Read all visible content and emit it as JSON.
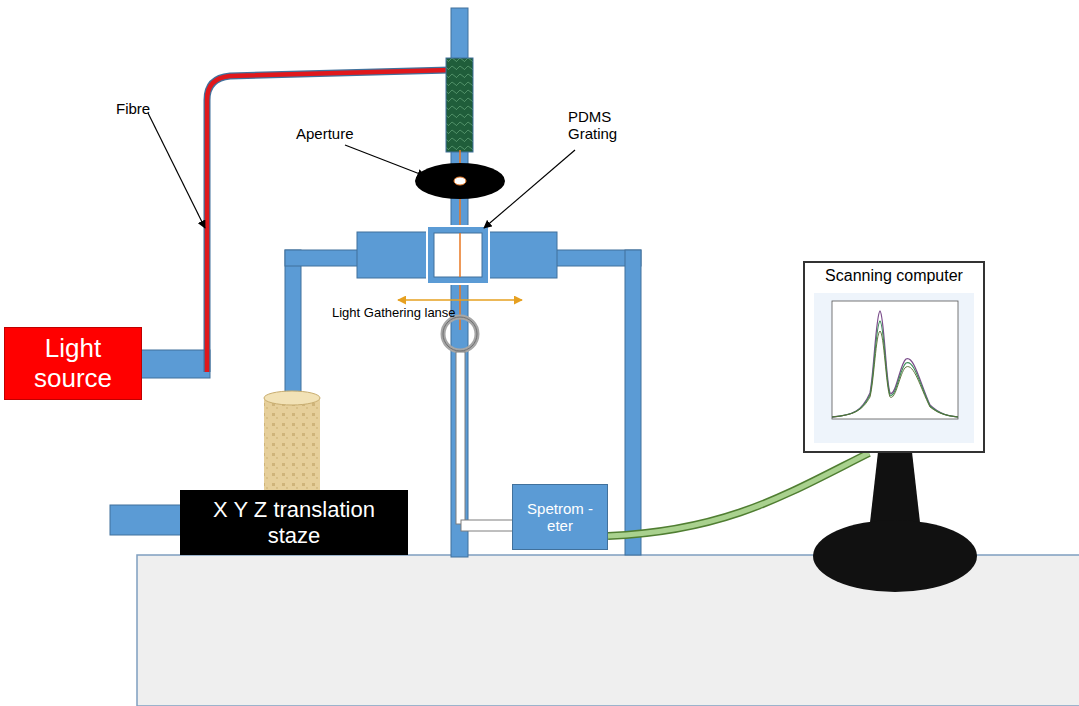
{
  "diagram": {
    "nodes": [
      {
        "text": [
          "Light source"
        ]
      },
      {
        "text": [
          "X Y Z translation staze"
        ]
      },
      {
        "text": [
          "Spetrom -eter"
        ]
      },
      {
        "text": [
          "Scanning computer"
        ]
      }
    ],
    "edges": [
      {
        "from": 2,
        "to": 3,
        "arrow": "none"
      }
    ],
    "labels": [
      "Fibre",
      "Aperture",
      "PDMS Grating",
      "Light Gathering lanse"
    ]
  }
}
